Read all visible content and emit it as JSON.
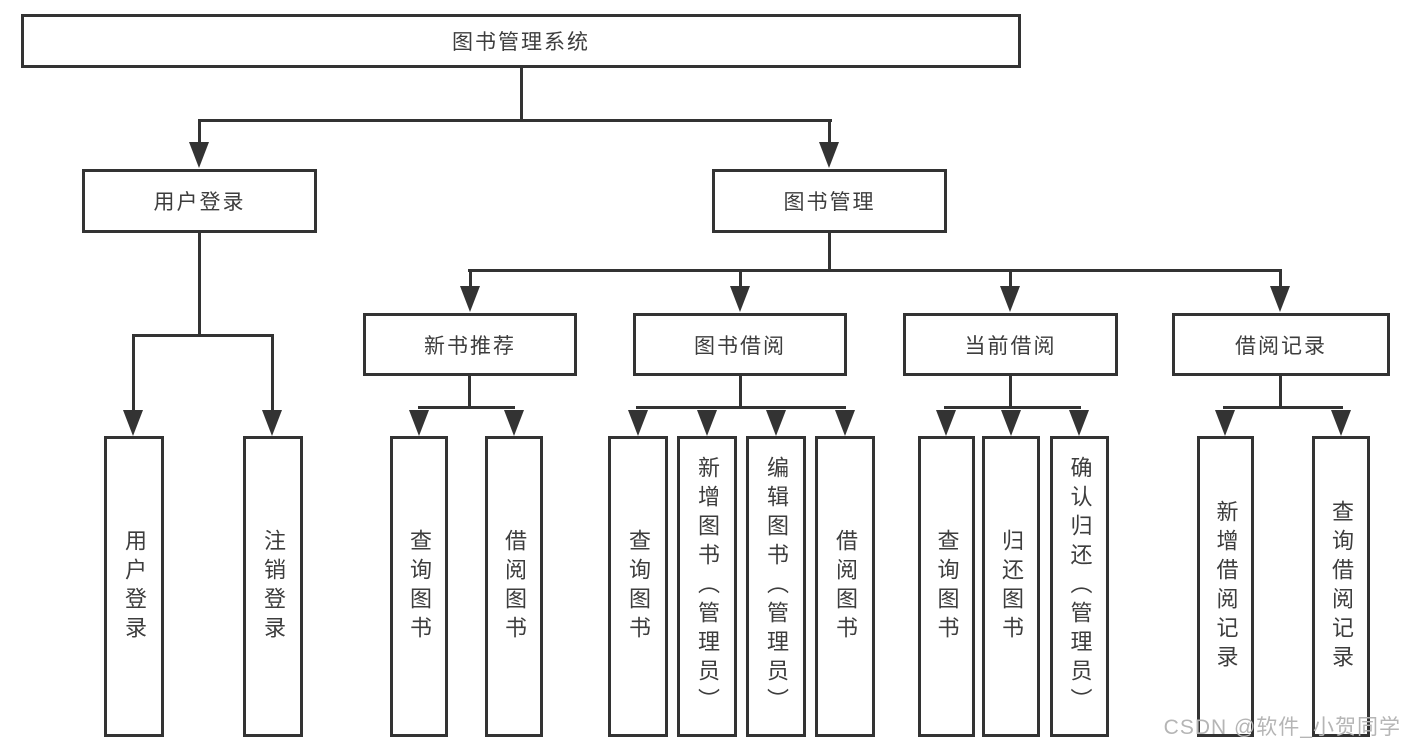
{
  "title": "图书管理系统",
  "watermark": "CSDN @软件_小贺同学",
  "colors": {
    "line": "#333333",
    "text": "#3d3d3d",
    "watermark": "#b5b5b5",
    "background": "#ffffff"
  },
  "nodes": {
    "root": {
      "label": "图书管理系统"
    },
    "l2": [
      {
        "label": "用户登录"
      },
      {
        "label": "图书管理"
      }
    ],
    "l3": [
      {
        "label": "新书推荐",
        "parent": "图书管理"
      },
      {
        "label": "图书借阅",
        "parent": "图书管理"
      },
      {
        "label": "当前借阅",
        "parent": "图书管理"
      },
      {
        "label": "借阅记录",
        "parent": "图书管理"
      }
    ],
    "l4": [
      {
        "label": "用户登录",
        "parent": "用户登录"
      },
      {
        "label": "注销登录",
        "parent": "用户登录"
      },
      {
        "label": "查询图书",
        "parent": "新书推荐"
      },
      {
        "label": "借阅图书",
        "parent": "新书推荐"
      },
      {
        "label": "查询图书",
        "parent": "图书借阅"
      },
      {
        "label": "新增图书（管理员）",
        "parent": "图书借阅"
      },
      {
        "label": "编辑图书（管理员）",
        "parent": "图书借阅"
      },
      {
        "label": "借阅图书",
        "parent": "图书借阅"
      },
      {
        "label": "查询图书",
        "parent": "当前借阅"
      },
      {
        "label": "归还图书",
        "parent": "当前借阅"
      },
      {
        "label": "确认归还（管理员）",
        "parent": "当前借阅"
      },
      {
        "label": "新增借阅记录",
        "parent": "借阅记录"
      },
      {
        "label": "查询借阅记录",
        "parent": "借阅记录"
      }
    ]
  }
}
